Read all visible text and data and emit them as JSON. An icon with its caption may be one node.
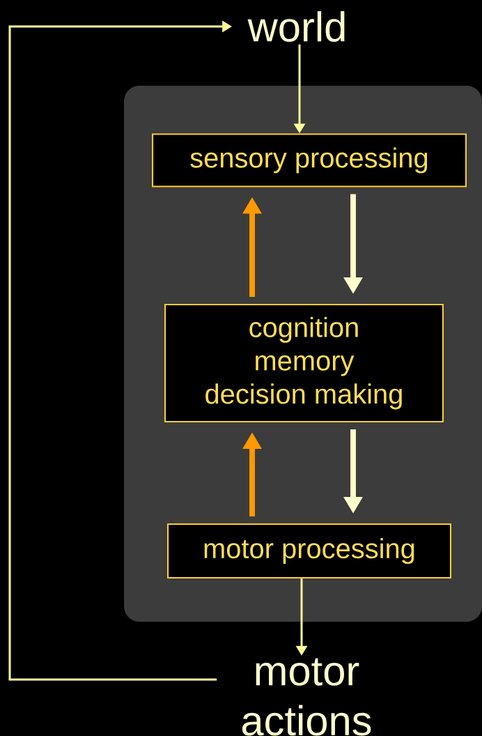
{
  "diagram": {
    "nodes": [
      {
        "text": [
          "world"
        ]
      },
      {
        "text": [],
        "shape": "box"
      },
      {
        "text": [
          "sensory processing"
        ],
        "in": 1
      },
      {
        "text": [
          "cognition",
          "memory",
          "decision making"
        ],
        "in": 1
      },
      {
        "text": [
          "motor processing"
        ],
        "in": 1
      },
      {
        "text": [
          "motor actions"
        ]
      }
    ],
    "edges": [
      {
        "from": 0,
        "to": 2,
        "arrow": "to"
      },
      {
        "from": 2,
        "to": 3,
        "arrow": "to",
        "color": "#ffffcc"
      },
      {
        "from": 3,
        "to": 2,
        "arrow": "to",
        "color": "#ff9900"
      },
      {
        "from": 3,
        "to": 4,
        "arrow": "to",
        "color": "#ffffcc"
      },
      {
        "from": 4,
        "to": 3,
        "arrow": "to",
        "color": "#ff9900"
      },
      {
        "from": 4,
        "to": 5,
        "arrow": "to"
      },
      {
        "from": 5,
        "to": 0,
        "arrow": "to"
      }
    ]
  }
}
